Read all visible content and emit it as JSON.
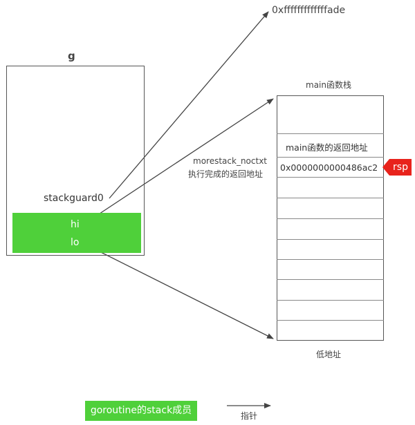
{
  "g_struct": {
    "title": "g",
    "fields": {
      "stackguard0": "stackguard0",
      "hi": "hi",
      "lo": "lo"
    }
  },
  "stack": {
    "title": "main函数栈",
    "return_addr_label": "main函数的返回地址",
    "rsp_value": "0x0000000000486ac2",
    "low_addr_label": "低地址"
  },
  "annotations": {
    "stackguard_value": "0xfffffffffffffade",
    "morestack_line1": "morestack_noctxt",
    "morestack_line2": "执行完成的返回地址"
  },
  "rsp_label": "rsp",
  "legend": {
    "green_label": "goroutine的stack成员",
    "pointer_label": "指针"
  },
  "colors": {
    "green": "#4fd03a",
    "red": "#e8231c",
    "arrow": "#444444"
  }
}
